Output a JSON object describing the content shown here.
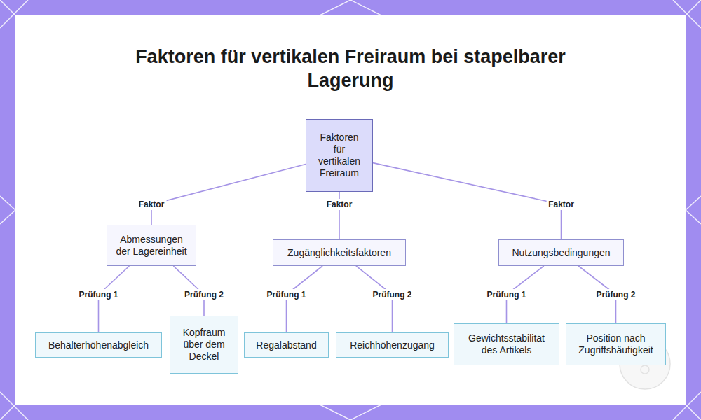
{
  "diagram": {
    "title": "Faktoren für vertikalen Freiraum bei stapelbarer Lagerung",
    "nodes": [
      {
        "text": [
          "Faktoren für vertikalen Freiraum"
        ]
      },
      {
        "text": [
          "Abmessungen der Lagereinheit"
        ]
      },
      {
        "text": [
          "Zugänglichkeitsfaktoren"
        ]
      },
      {
        "text": [
          "Nutzungsbedingungen"
        ]
      },
      {
        "text": [
          "Behälterhöhenabgleich"
        ]
      },
      {
        "text": [
          "Kopfraum über dem Deckel"
        ]
      },
      {
        "text": [
          "Regalabstand"
        ]
      },
      {
        "text": [
          "Reichhöhenzugang"
        ]
      },
      {
        "text": [
          "Gewichtsstabilität des Artikels"
        ]
      },
      {
        "text": [
          "Position nach Zugriffshäufigkeit"
        ]
      }
    ],
    "edges": [
      {
        "from": 0,
        "to": 1,
        "label": "Faktor",
        "arrow": "none"
      },
      {
        "from": 0,
        "to": 2,
        "label": "Faktor",
        "arrow": "none"
      },
      {
        "from": 0,
        "to": 3,
        "label": "Faktor",
        "arrow": "none"
      },
      {
        "from": 1,
        "to": 4,
        "label": "Prüfung 1",
        "arrow": "none"
      },
      {
        "from": 1,
        "to": 5,
        "label": "Prüfung 2",
        "arrow": "none"
      },
      {
        "from": 2,
        "to": 6,
        "label": "Prüfung 1",
        "arrow": "none"
      },
      {
        "from": 2,
        "to": 7,
        "label": "Prüfung 2",
        "arrow": "none"
      },
      {
        "from": 3,
        "to": 8,
        "label": "Prüfung 1",
        "arrow": "none"
      },
      {
        "from": 3,
        "to": 9,
        "label": "Prüfung 2",
        "arrow": "none"
      }
    ]
  }
}
